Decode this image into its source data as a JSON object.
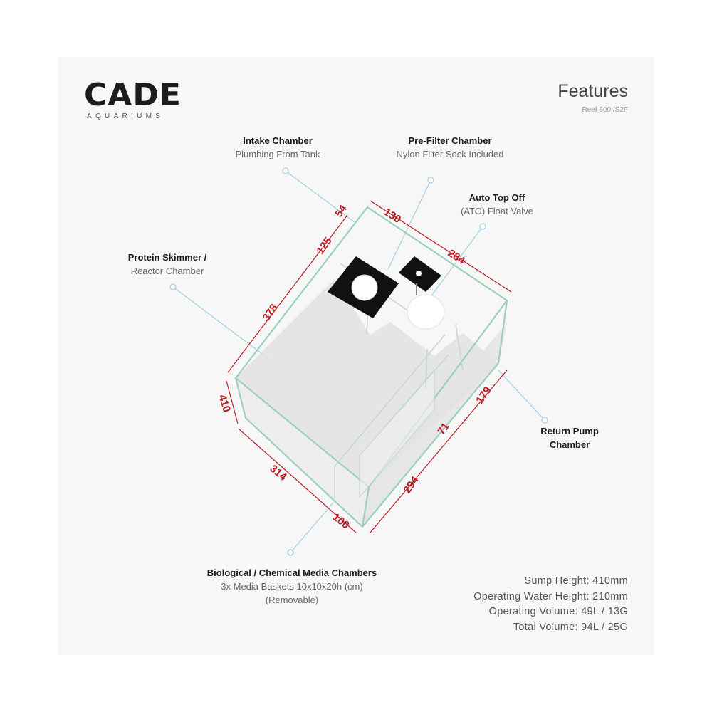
{
  "brand": {
    "name": "CADE",
    "tagline": "AQUARIUMS"
  },
  "header": {
    "title": "Features",
    "model": "Reef 600 /S2F"
  },
  "callouts": {
    "intake": {
      "title": "Intake Chamber",
      "desc": "Plumbing From Tank"
    },
    "prefilter": {
      "title": "Pre-Filter Chamber",
      "desc": "Nylon Filter Sock Included"
    },
    "ato": {
      "title": "Auto Top Off",
      "desc": "(ATO) Float Valve"
    },
    "skimmer": {
      "title": "Protein Skimmer /",
      "desc": "Reactor Chamber"
    },
    "return": {
      "title_line1": "Return Pump",
      "title_line2": "Chamber"
    },
    "media": {
      "title": "Biological / Chemical Media Chambers",
      "desc1": "3x Media Baskets 10x10x20h (cm)",
      "desc2": "(Removable)"
    }
  },
  "dimensions": {
    "d54": "54",
    "d130": "130",
    "d125": "125",
    "d284": "284",
    "d378": "378",
    "d410": "410",
    "d179": "179",
    "d71": "71",
    "d314": "314",
    "d294": "294",
    "d100": "100"
  },
  "specs": {
    "sump_height": "Sump Height:  410mm",
    "operating_water_height": "Operating Water Height:  210mm",
    "operating_volume": "Operating Volume:  49L / 13G",
    "total_volume": "Total Volume:  94L / 25G"
  },
  "colors": {
    "dimension": "#b81c22",
    "leader": "#9fd0e6",
    "glass": "#9ccfbf"
  }
}
